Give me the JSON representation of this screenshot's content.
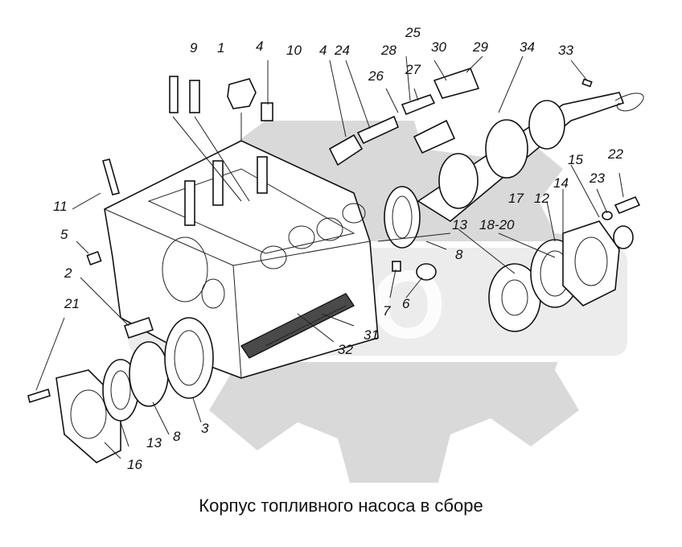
{
  "title": "Корпус топливного насоса в сборе",
  "callouts": [
    "9",
    "1",
    "4",
    "10",
    "4",
    "24",
    "28",
    "25",
    "30",
    "29",
    "34",
    "33",
    "26",
    "27",
    "11",
    "5",
    "2",
    "21",
    "15",
    "22",
    "23",
    "14",
    "17",
    "12",
    "13",
    "18-20",
    "8",
    "7",
    "6",
    "31",
    "32",
    "13",
    "8",
    "3",
    "16"
  ],
  "colors": {
    "line": "#111111",
    "watermark": "#d9d9d9",
    "background": "#ffffff"
  }
}
